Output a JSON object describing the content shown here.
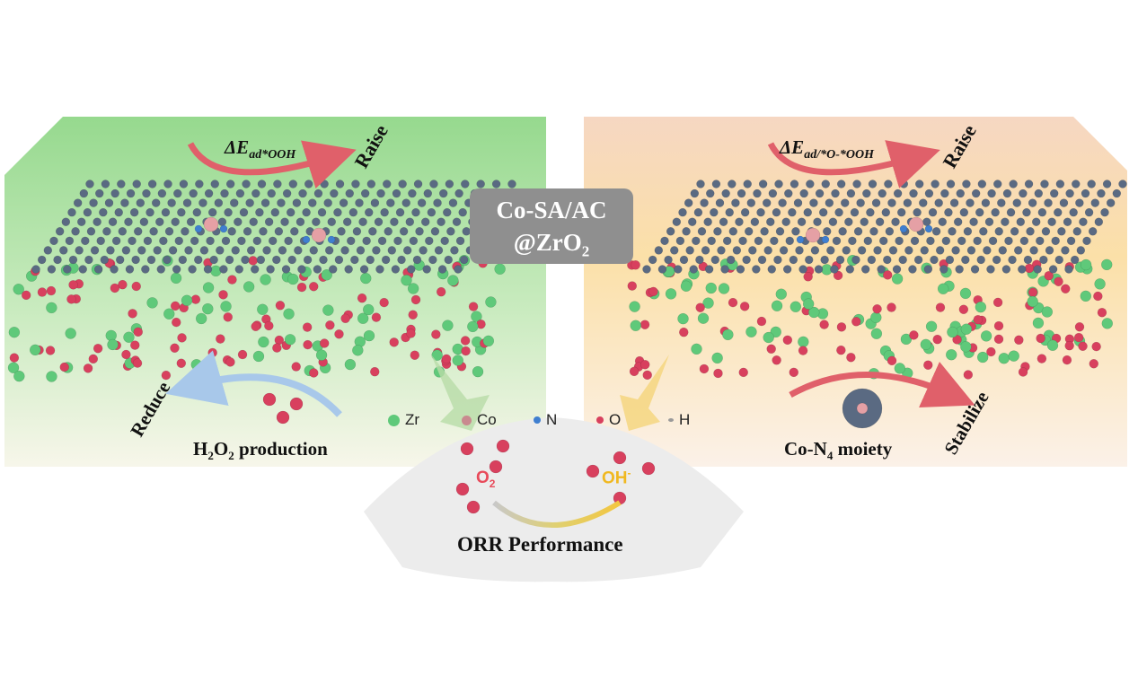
{
  "left_panel": {
    "energy_label": {
      "prefix": "ΔE",
      "subscript": "ad*OOH"
    },
    "raise_label": "Raise",
    "reduce_label": "Reduce",
    "product_label": {
      "prefix": "H",
      "sub1": "2",
      "mid": "O",
      "sub2": "2",
      "suffix": " production"
    }
  },
  "right_panel": {
    "energy_label": {
      "prefix": "ΔE",
      "subscript": "ad/*O-*OOH"
    },
    "raise_label": "Raise",
    "stabilize_label": "Stabilize",
    "moiety_label": {
      "prefix": "Co-N",
      "sub": "4",
      "suffix": " moiety"
    }
  },
  "center_box": {
    "line1": "Co-SA/AC",
    "line2_prefix": "@ZrO",
    "line2_sub": "2"
  },
  "legend": [
    {
      "label": "Zr",
      "color": "#5fc97a"
    },
    {
      "label": "Co",
      "color": "#c98a8f"
    },
    {
      "label": "N",
      "color": "#3f7fd0"
    },
    {
      "label": "O",
      "color": "#d8405e"
    },
    {
      "label": "H",
      "color": "#9a9a9a"
    }
  ],
  "orr": {
    "title": "ORR Performance",
    "reactant": {
      "prefix": "O",
      "sub": "2"
    },
    "product": {
      "prefix": "OH",
      "sup": "-"
    }
  },
  "colors": {
    "green_panel": "#9fdc98",
    "orange_panel": "#f8dca0",
    "carbon": "#5a6a82",
    "arrow_red": "#e0606a",
    "arrow_blue": "#a8c8ea",
    "oh_yellow": "#f0b820",
    "o2_red": "#e84a5a"
  }
}
